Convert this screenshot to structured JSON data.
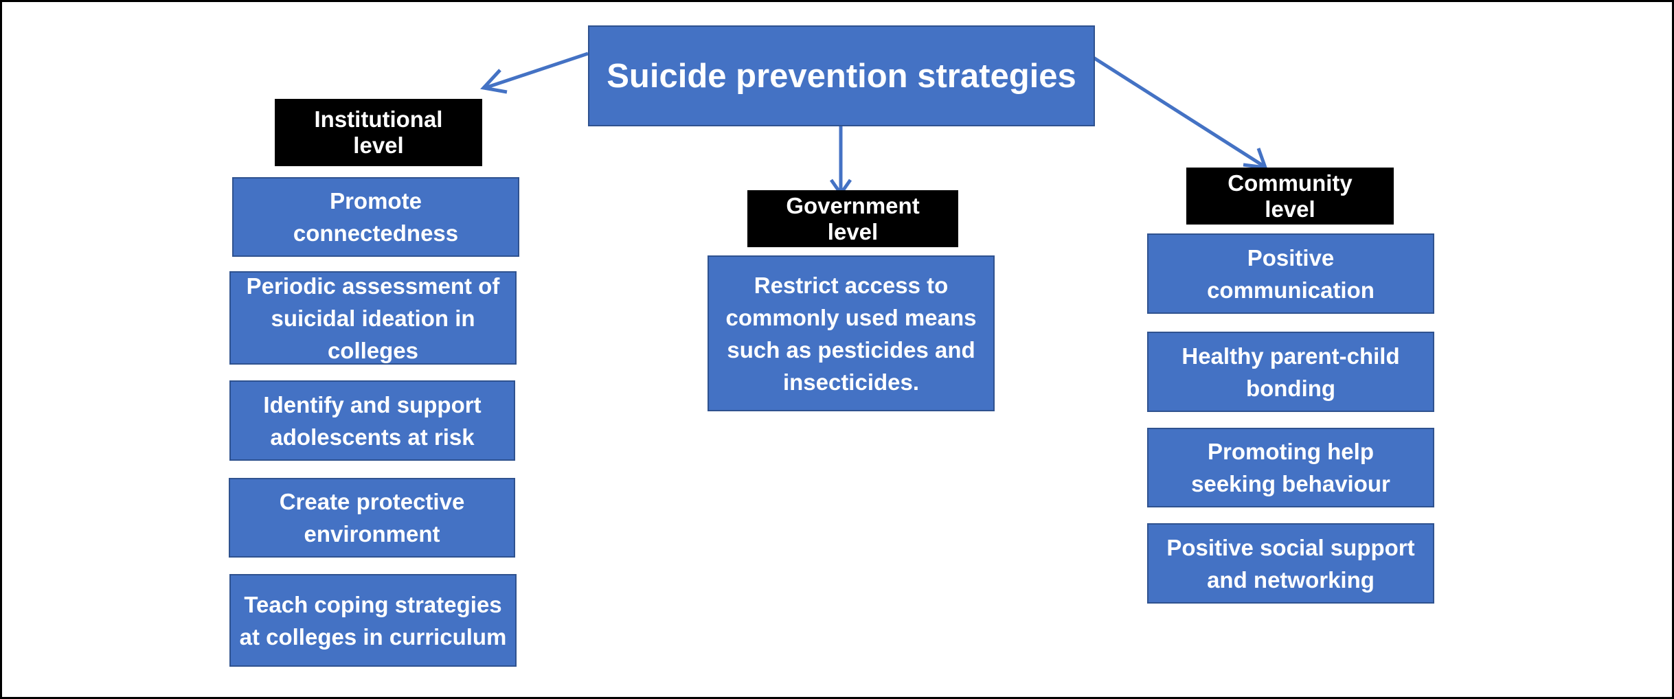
{
  "title": "Suicide prevention strategies",
  "colors": {
    "box_fill": "#4472c4",
    "box_border": "#2f528f",
    "header_fill": "#000000",
    "text": "#ffffff",
    "arrow": "#4472c4"
  },
  "institutional": {
    "header": "Institutional level",
    "items": [
      "Promote connectedness",
      "Periodic assessment of suicidal ideation in colleges",
      "Identify and support adolescents at risk",
      "Create protective environment",
      "Teach coping strategies at colleges in curriculum"
    ]
  },
  "government": {
    "header": "Government level",
    "items": [
      "Restrict access to commonly used means such as pesticides and insecticides."
    ]
  },
  "community": {
    "header": "Community level",
    "items": [
      "Positive communication",
      "Healthy parent-child bonding",
      "Promoting help seeking behaviour",
      "Positive social support and networking"
    ]
  }
}
